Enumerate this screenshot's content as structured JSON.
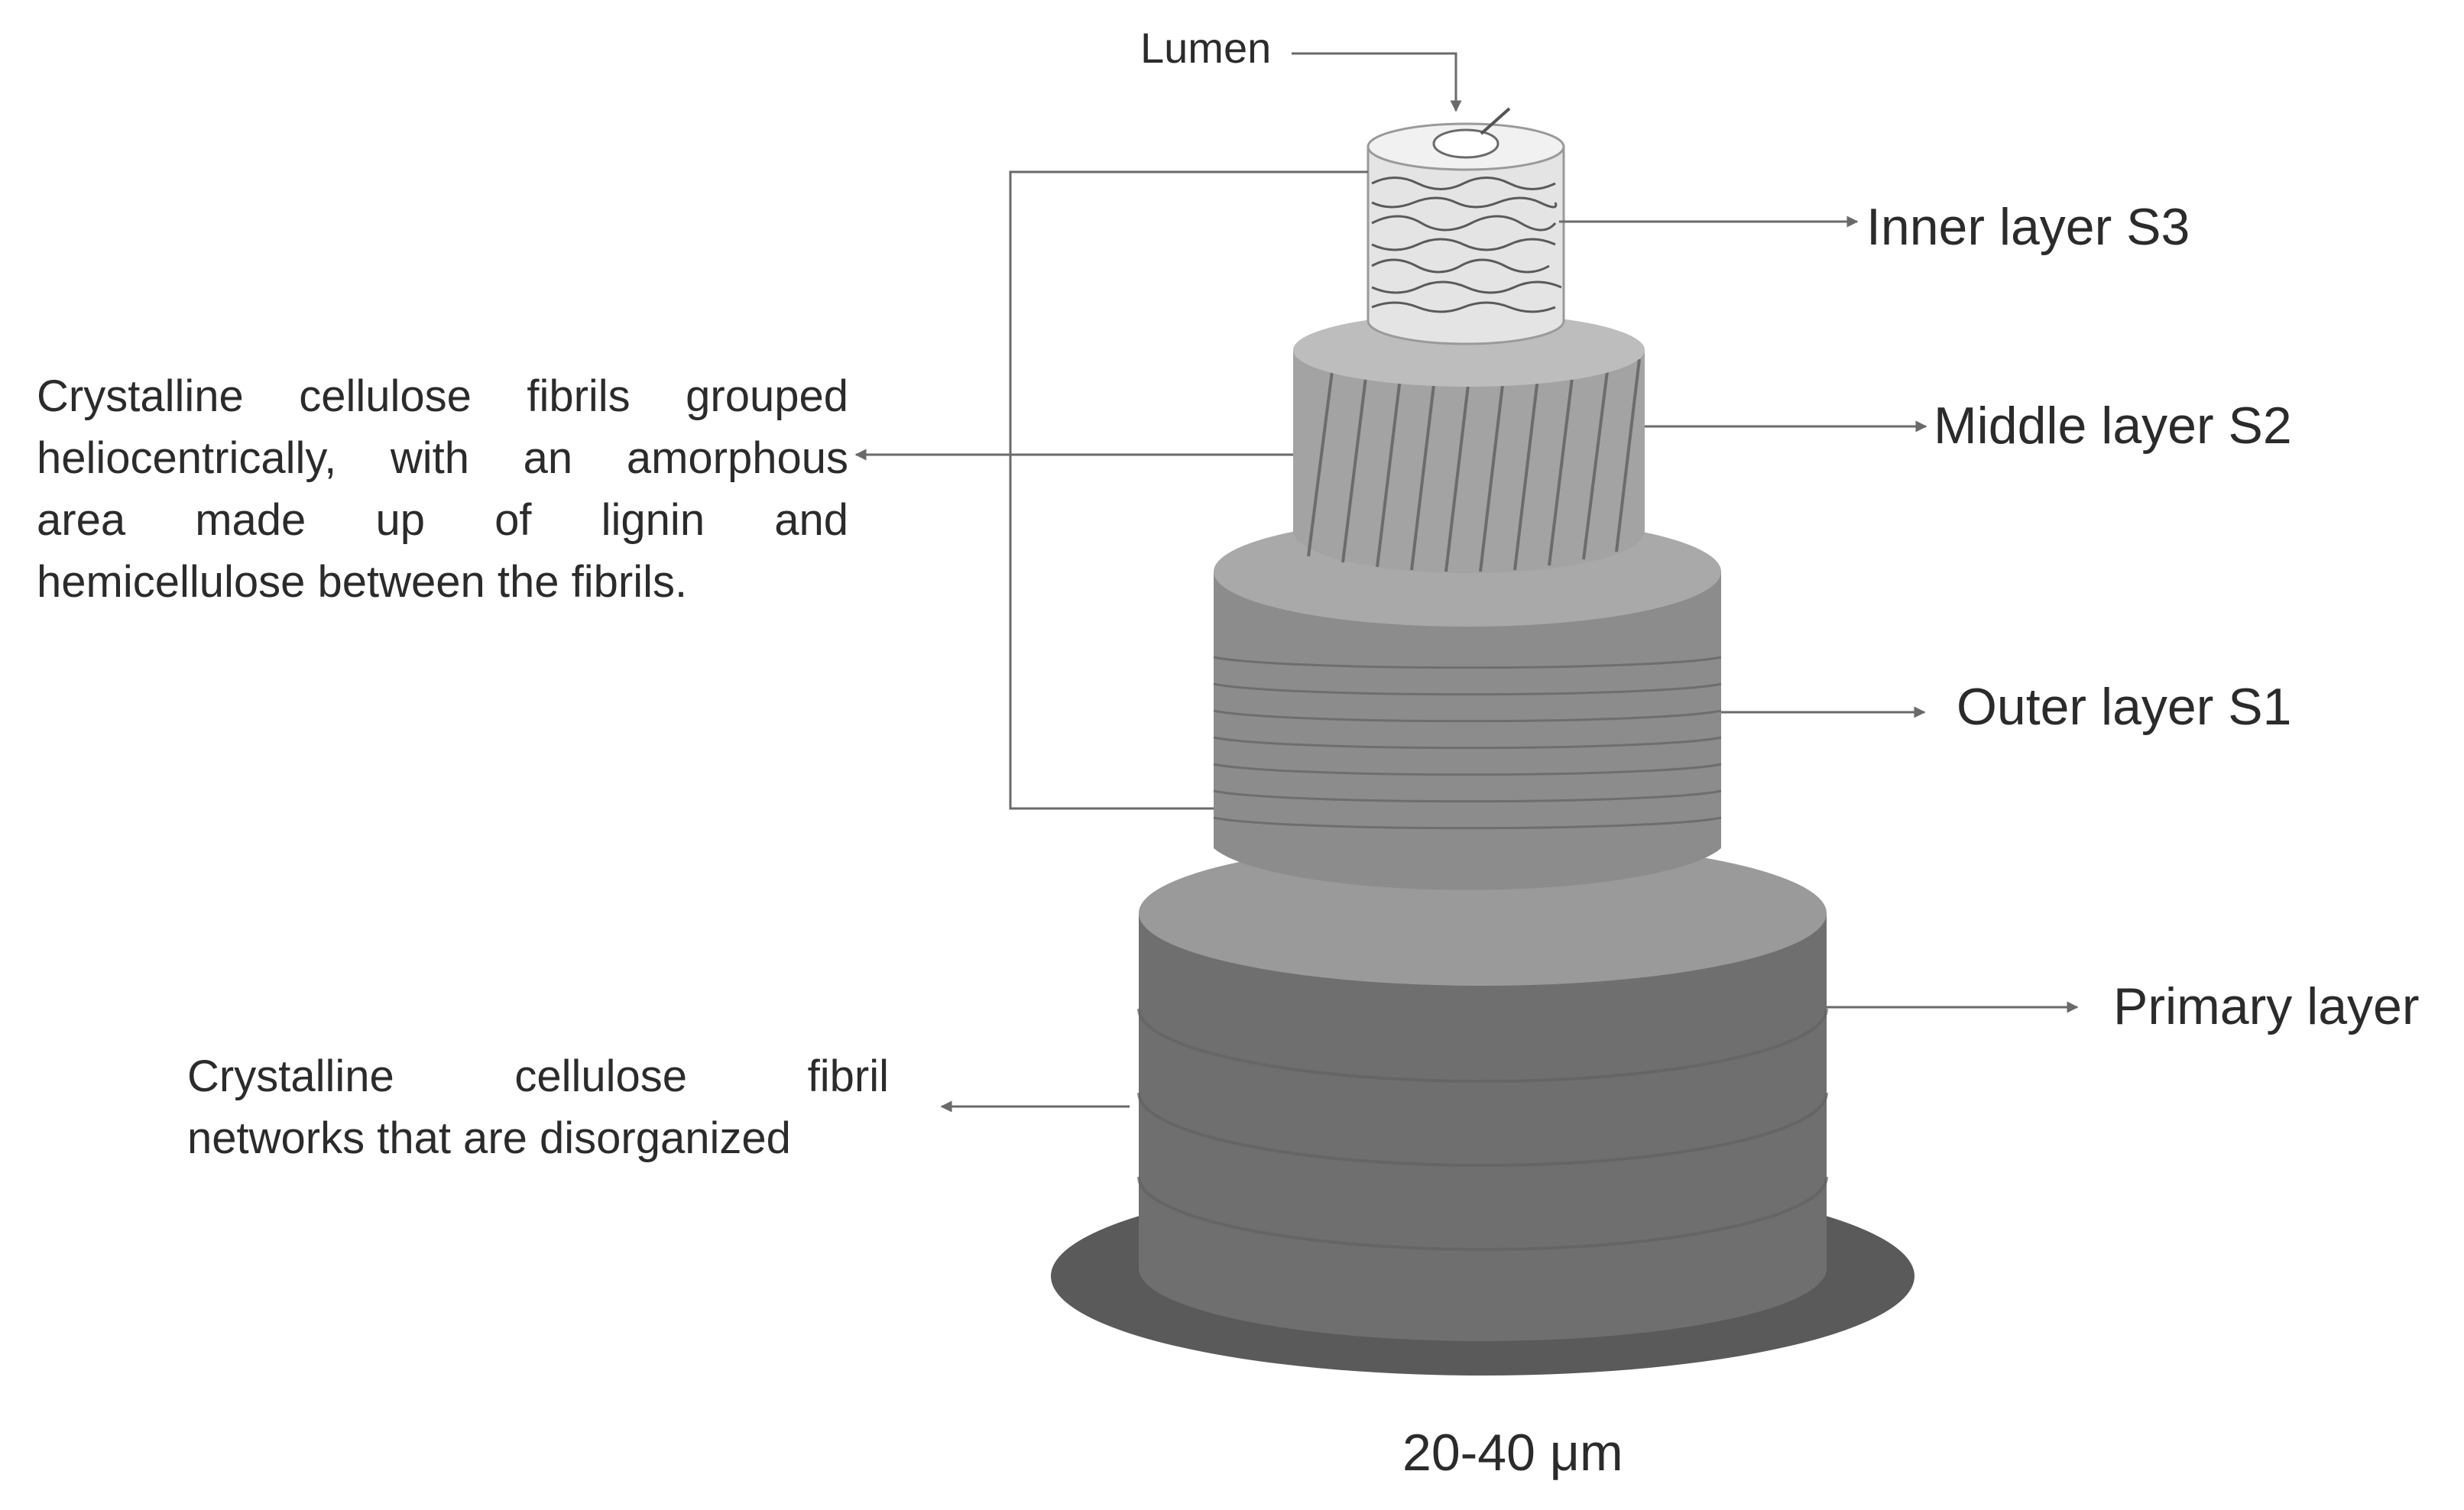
{
  "colors": {
    "base_disc": "#5a5a5a",
    "primary_side": "#6f6f6f",
    "primary_top": "#9a9a9a",
    "s1_side": "#8c8c8c",
    "s1_top": "#a9a9a9",
    "s2_side": "#a3a3a3",
    "s2_top": "#bdbdbd",
    "s3_side": "#e4e4e4",
    "s3_top": "#f1f1f1",
    "line": "#7a7a7a",
    "text": "#2b2b2b"
  },
  "labels": {
    "lumen": "Lumen",
    "inner_layer": "Inner layer S3",
    "middle_layer": "Middle layer S2",
    "outer_layer": "Outer layer S1",
    "primary_layer": "Primary layer",
    "scale": "20-40 μm"
  },
  "descriptions": {
    "secondary_wall": [
      "Crystalline cellulose fibrils grouped",
      "heliocentrically, with an amorphous",
      "area made up of lignin and",
      "hemicellulose between the fibrils."
    ],
    "primary_wall": [
      "Crystalline cellulose fibril",
      "networks that are disorganized"
    ]
  }
}
